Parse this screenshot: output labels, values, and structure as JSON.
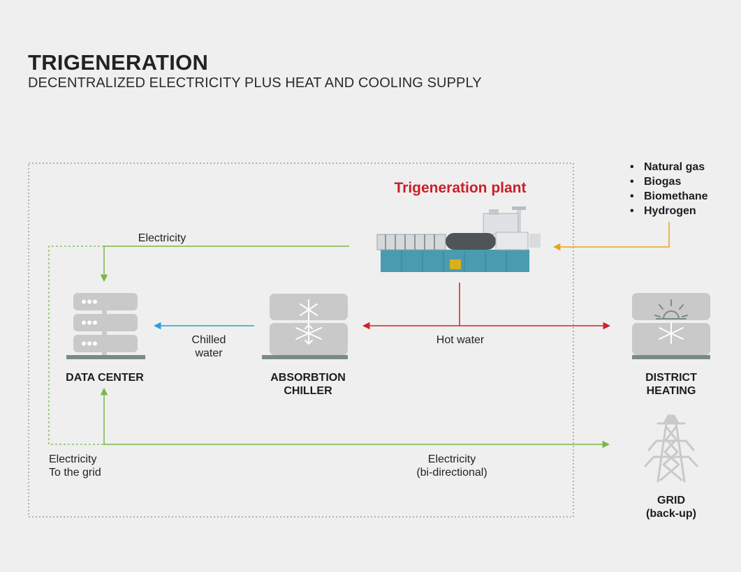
{
  "header": {
    "title": "TRIGENERATION",
    "subtitle": "DECENTRALIZED ELECTRICITY PLUS HEAT AND COOLING SUPPLY"
  },
  "plant": {
    "title": "Trigeneration plant"
  },
  "fuels": [
    "Natural gas",
    "Biogas",
    "Biomethane",
    "Hydrogen"
  ],
  "nodes": {
    "data_center": {
      "line1": "DATA CENTER"
    },
    "chiller": {
      "line1": "ABSORBTION",
      "line2": "CHILLER"
    },
    "district_heating": {
      "line1": "DISTRICT",
      "line2": "HEATING"
    },
    "grid": {
      "line1": "GRID",
      "line2": "(back-up)"
    }
  },
  "flows": {
    "electricity": "Electricity",
    "chilled_water": {
      "line1": "Chilled",
      "line2": "water"
    },
    "hot_water": "Hot water",
    "to_grid": {
      "line1": "Electricity",
      "line2": "To the grid"
    },
    "bidirectional": {
      "line1": "Electricity",
      "line2": "(bi-directional)"
    }
  },
  "colors": {
    "electricity": "#7ab648",
    "chilled_water": "#2a9fd6",
    "hot_water": "#d1202a",
    "fuel": "#e8a317",
    "plant_title": "#c8202a",
    "icon_gray": "#c9c9c9",
    "icon_dark": "#7a8a89"
  },
  "icons": {
    "data_center": "server-rack-icon",
    "chiller": "snowflake-icon",
    "district_heating": "sun-heat-icon",
    "grid": "power-pylon-icon",
    "plant": "chp-container-icon"
  }
}
